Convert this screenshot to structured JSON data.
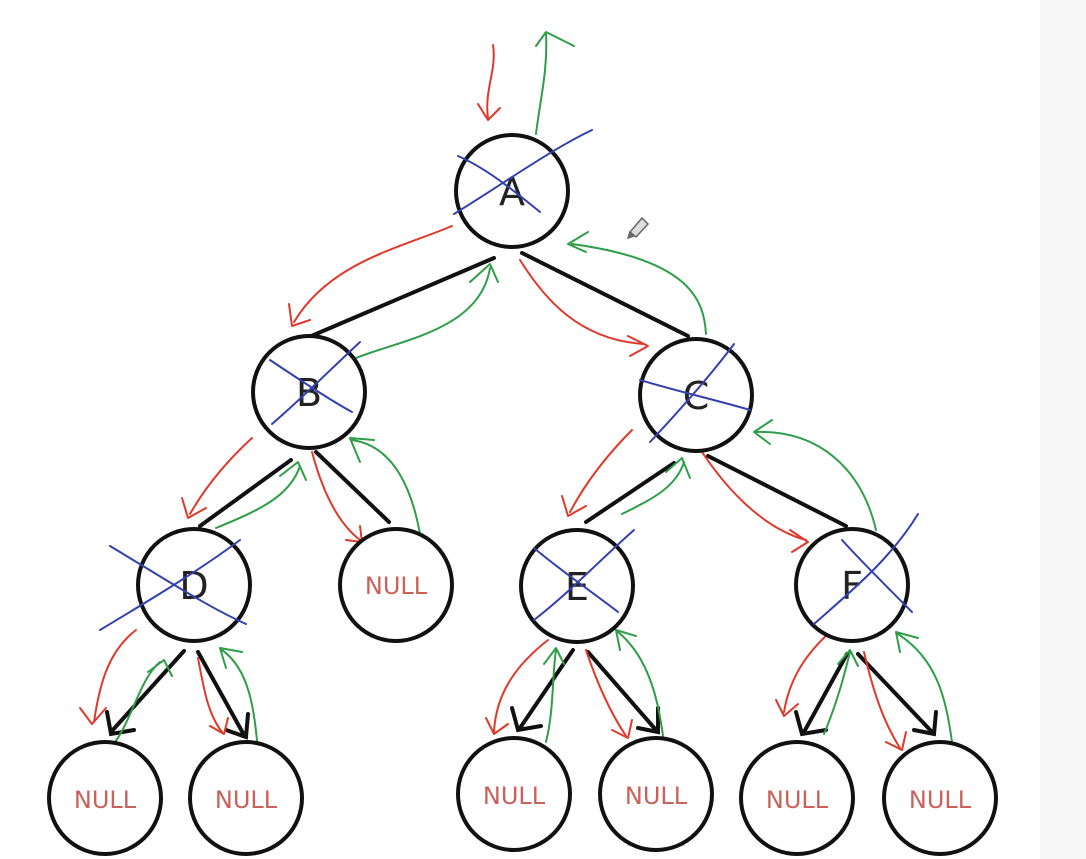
{
  "tree": {
    "nodes": [
      {
        "id": "A",
        "label": "A",
        "visited": true
      },
      {
        "id": "B",
        "label": "B",
        "visited": true
      },
      {
        "id": "C",
        "label": "C",
        "visited": true
      },
      {
        "id": "D",
        "label": "D",
        "visited": true
      },
      {
        "id": "null-b",
        "label": "NULL",
        "visited": false
      },
      {
        "id": "E",
        "label": "E",
        "visited": true
      },
      {
        "id": "F",
        "label": "F",
        "visited": true
      },
      {
        "id": "null-d1",
        "label": "NULL",
        "visited": false
      },
      {
        "id": "null-d2",
        "label": "NULL",
        "visited": false
      },
      {
        "id": "null-e1",
        "label": "NULL",
        "visited": false
      },
      {
        "id": "null-e2",
        "label": "NULL",
        "visited": false
      },
      {
        "id": "null-f1",
        "label": "NULL",
        "visited": false
      },
      {
        "id": "null-f2",
        "label": "NULL",
        "visited": false
      }
    ],
    "edges": [
      [
        "A",
        "B"
      ],
      [
        "A",
        "C"
      ],
      [
        "B",
        "D"
      ],
      [
        "B",
        "null-b"
      ],
      [
        "C",
        "E"
      ],
      [
        "C",
        "F"
      ],
      [
        "D",
        "null-d1"
      ],
      [
        "D",
        "null-d2"
      ],
      [
        "E",
        "null-e1"
      ],
      [
        "E",
        "null-e2"
      ],
      [
        "F",
        "null-f1"
      ],
      [
        "F",
        "null-f2"
      ]
    ]
  },
  "colors": {
    "node_stroke": "#111111",
    "node_text": "#222222",
    "null_text": "#c9625a",
    "descend_arrow": "#e0392b",
    "return_arrow": "#2e9e48",
    "visited_cross": "#3340b0"
  },
  "toolbar": {
    "cursor_icon": "pencil-icon"
  }
}
